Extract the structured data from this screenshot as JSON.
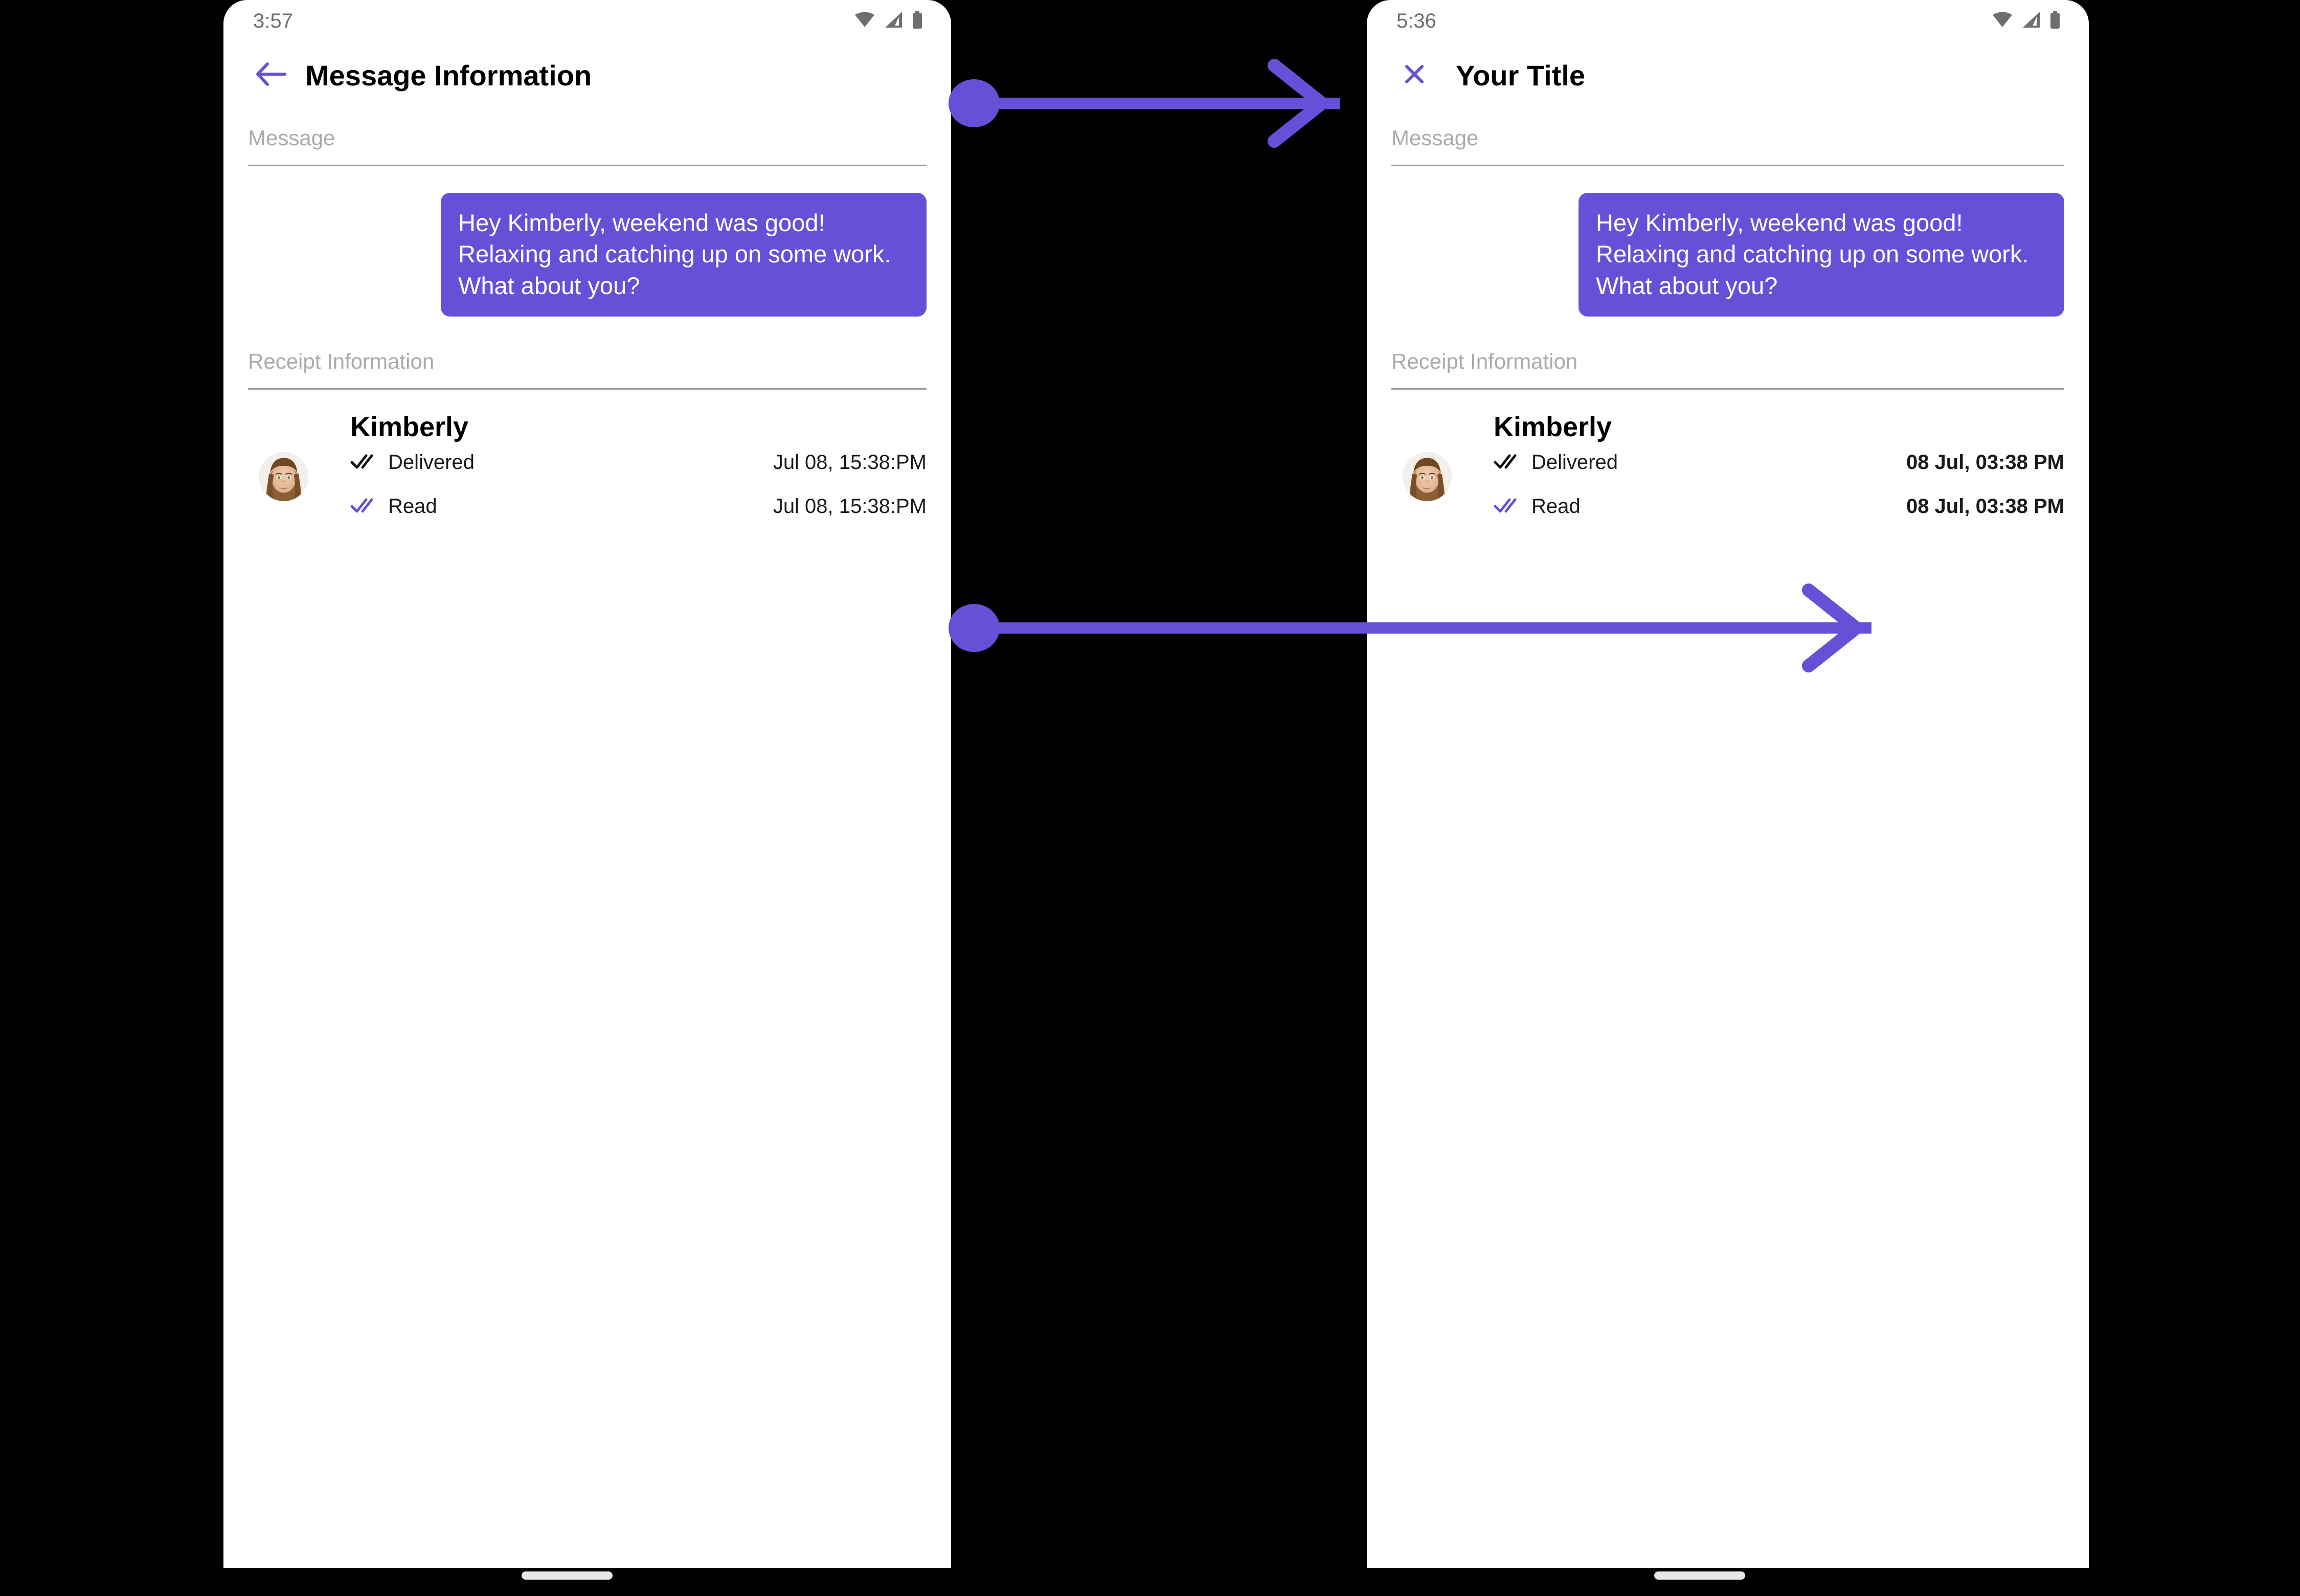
{
  "accent_color": "#6750D8",
  "background_color": "#000000",
  "screen_background": "#ffffff",
  "phones": [
    {
      "id": "before",
      "status_bar": {
        "time": "3:57",
        "icons": [
          "wifi-icon",
          "cellular-signal-icon",
          "battery-icon"
        ]
      },
      "app_bar": {
        "nav_icon": "back-arrow-icon",
        "title": "Message Information"
      },
      "sections": [
        {
          "label": "Message"
        },
        {
          "label": "Receipt Information"
        }
      ],
      "message": {
        "text": "Hey Kimberly, weekend was good!  Relaxing and catching up on some work.  What about you?"
      },
      "receipt": {
        "name": "Kimberly",
        "avatar": "contact-photo-kimberly",
        "rows": [
          {
            "icon": "double-check-icon",
            "icon_color": "#111111",
            "status": "Delivered",
            "time": "Jul 08, 15:38:PM"
          },
          {
            "icon": "double-check-icon",
            "icon_color": "#6750D8",
            "status": "Read",
            "time": "Jul 08, 15:38:PM"
          }
        ]
      }
    },
    {
      "id": "after",
      "status_bar": {
        "time": "5:36",
        "icons": [
          "wifi-icon",
          "cellular-signal-icon",
          "battery-icon"
        ]
      },
      "app_bar": {
        "nav_icon": "close-x-icon",
        "title": "Your Title"
      },
      "sections": [
        {
          "label": "Message"
        },
        {
          "label": "Receipt Information"
        }
      ],
      "message": {
        "text": "Hey Kimberly, weekend was good!  Relaxing and catching up on some work.  What about you?"
      },
      "receipt": {
        "name": "Kimberly",
        "avatar": "contact-photo-kimberly",
        "rows": [
          {
            "icon": "double-check-icon",
            "icon_color": "#111111",
            "status": "Delivered",
            "time": "08 Jul, 03:38 PM"
          },
          {
            "icon": "double-check-icon",
            "icon_color": "#6750D8",
            "status": "Read",
            "time": "08 Jul, 03:38 PM"
          }
        ]
      }
    }
  ],
  "annotations": [
    {
      "name": "title-change-arrow",
      "color": "#6750D8"
    },
    {
      "name": "timestamp-format-change-arrow",
      "color": "#6750D8"
    }
  ]
}
